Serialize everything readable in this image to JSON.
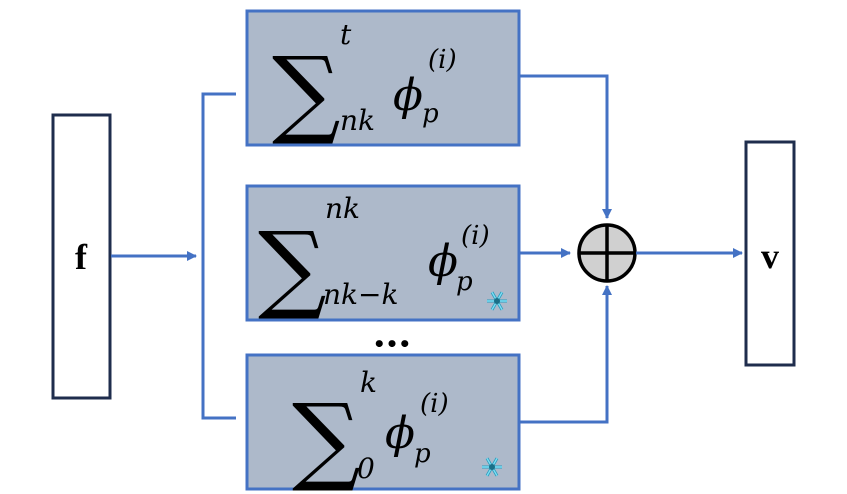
{
  "input": {
    "label": "f"
  },
  "output": {
    "label": "v"
  },
  "blocks": [
    {
      "sum_symbol": "∑",
      "upper": "t",
      "lower": "nk",
      "phi": "ϕ",
      "subscript": "p",
      "superscript": "(i)",
      "frozen": false
    },
    {
      "sum_symbol": "∑",
      "upper": "nk",
      "lower": "nk−k",
      "phi": "ϕ",
      "subscript": "p",
      "superscript": "(i)",
      "frozen": true
    },
    {
      "sum_symbol": "∑",
      "upper": "k",
      "lower": "0",
      "phi": "ϕ",
      "subscript": "p",
      "superscript": "(i)",
      "frozen": true
    }
  ],
  "ellipsis": "•••",
  "sum_node": {
    "symbol": "⊕"
  },
  "icons": {
    "frozen": "snowflake-icon"
  },
  "colors": {
    "block_fill": "#adb9ca",
    "block_stroke": "#4472c4",
    "arrow": "#4472c4",
    "io_stroke": "#1f2d4d",
    "node_fill": "#d0d0d0",
    "snowflake": "#3fc7e6"
  }
}
